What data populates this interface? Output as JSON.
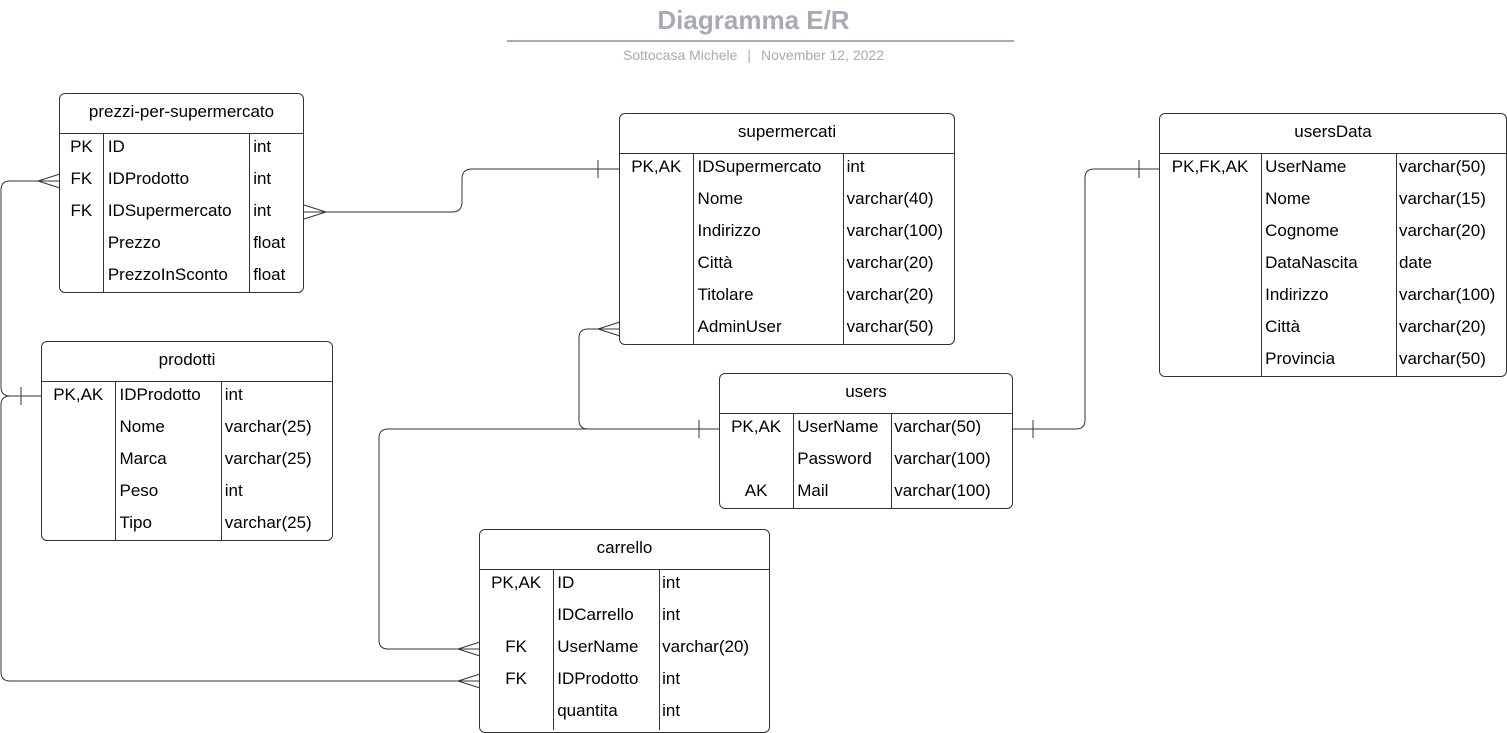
{
  "title": "Diagramma E/R",
  "author": "Sottocasa Michele",
  "separator": "|",
  "date": "November 12, 2022",
  "entities": {
    "prezzi": {
      "name": "prezzi-per-supermercato",
      "rows": [
        {
          "key": "PK",
          "name": "ID",
          "type": "int"
        },
        {
          "key": "FK",
          "name": "IDProdotto",
          "type": "int"
        },
        {
          "key": "FK",
          "name": "IDSupermercato",
          "type": "int"
        },
        {
          "key": "",
          "name": "Prezzo",
          "type": "float"
        },
        {
          "key": "",
          "name": "PrezzoInSconto",
          "type": "float"
        }
      ]
    },
    "prodotti": {
      "name": "prodotti",
      "rows": [
        {
          "key": "PK,AK",
          "name": "IDProdotto",
          "type": "int"
        },
        {
          "key": "",
          "name": "Nome",
          "type": "varchar(25)"
        },
        {
          "key": "",
          "name": "Marca",
          "type": "varchar(25)"
        },
        {
          "key": "",
          "name": "Peso",
          "type": "int"
        },
        {
          "key": "",
          "name": "Tipo",
          "type": "varchar(25)"
        }
      ]
    },
    "supermercati": {
      "name": "supermercati",
      "rows": [
        {
          "key": "PK,AK",
          "name": "IDSupermercato",
          "type": "int"
        },
        {
          "key": "",
          "name": "Nome",
          "type": "varchar(40)"
        },
        {
          "key": "",
          "name": "Indirizzo",
          "type": "varchar(100)"
        },
        {
          "key": "",
          "name": "Città",
          "type": "varchar(20)"
        },
        {
          "key": "",
          "name": "Titolare",
          "type": "varchar(20)"
        },
        {
          "key": "",
          "name": "AdminUser",
          "type": "varchar(50)"
        }
      ]
    },
    "users": {
      "name": "users",
      "rows": [
        {
          "key": "PK,AK",
          "name": "UserName",
          "type": "varchar(50)"
        },
        {
          "key": "",
          "name": "Password",
          "type": "varchar(100)"
        },
        {
          "key": "AK",
          "name": "Mail",
          "type": "varchar(100)"
        }
      ]
    },
    "usersData": {
      "name": "usersData",
      "rows": [
        {
          "key": "PK,FK,AK",
          "name": "UserName",
          "type": "varchar(50)"
        },
        {
          "key": "",
          "name": "Nome",
          "type": "varchar(15)"
        },
        {
          "key": "",
          "name": "Cognome",
          "type": "varchar(20)"
        },
        {
          "key": "",
          "name": "DataNascita",
          "type": "date"
        },
        {
          "key": "",
          "name": "Indirizzo",
          "type": "varchar(100)"
        },
        {
          "key": "",
          "name": "Città",
          "type": "varchar(20)"
        },
        {
          "key": "",
          "name": "Provincia",
          "type": "varchar(50)"
        }
      ]
    },
    "carrello": {
      "name": "carrello",
      "rows": [
        {
          "key": "PK,AK",
          "name": "ID",
          "type": "int"
        },
        {
          "key": "",
          "name": "IDCarrello",
          "type": "int"
        },
        {
          "key": "FK",
          "name": "UserName",
          "type": "varchar(20)"
        },
        {
          "key": "FK",
          "name": "IDProdotto",
          "type": "int"
        },
        {
          "key": "",
          "name": "quantita",
          "type": "int"
        }
      ]
    }
  }
}
